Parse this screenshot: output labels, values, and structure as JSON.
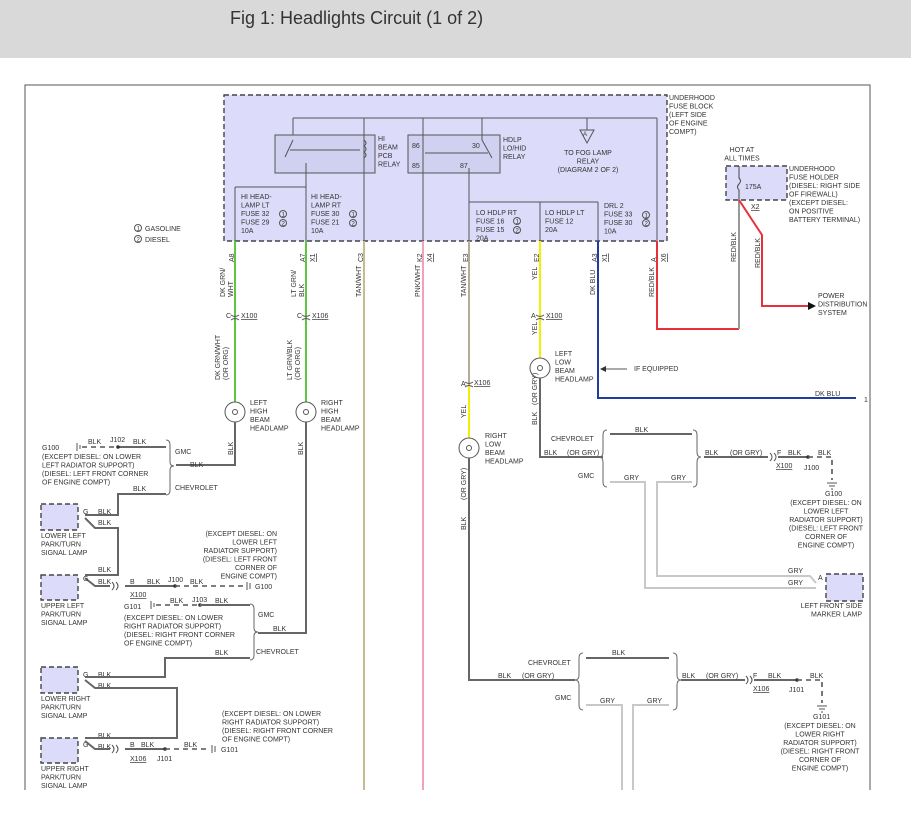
{
  "title": "Fig 1: Headlights Circuit (1 of 2)",
  "colors": {
    "header_bg": "#d9d9d9",
    "fuse_block_fill": "#dcdcfa",
    "green": "#5cc83c",
    "yellow": "#f0f000",
    "pink": "#f4a0b8",
    "tan": "#c9bc8c",
    "dk_blue": "#1f3c9e",
    "red": "#e8303a",
    "black_wire": "#666666",
    "gray_wire": "#c0c0c0"
  },
  "fuse_block": {
    "label": [
      "UNDERHOOD",
      "FUSE BLOCK",
      "(LEFT SIDE",
      "OF ENGINE",
      "COMPT)"
    ],
    "hi_beam_relay": [
      "HI",
      "BEAM",
      "PCB",
      "RELAY"
    ],
    "hdlp_relay": [
      "HDLP",
      "LO/HID",
      "RELAY"
    ],
    "pins": {
      "p86": "86",
      "p85": "85",
      "p30": "30",
      "p87": "87"
    },
    "fog_ref": "A",
    "fog_text": [
      "TO FOG LAMP",
      "RELAY",
      "(DIAGRAM 2 OF 2)"
    ],
    "fuse_hi_lt": [
      "HI HEAD-",
      "LAMP LT",
      "FUSE 32",
      "FUSE 29",
      "10A"
    ],
    "fuse_hi_rt": [
      "HI HEAD-",
      "LAMP RT",
      "FUSE 30",
      "FUSE 21",
      "10A"
    ],
    "fuse_lo_rt": [
      "LO HDLP RT",
      "FUSE 16",
      "FUSE 15",
      "20A"
    ],
    "fuse_lo_lt": [
      "LO HDLP LT",
      "FUSE 12",
      "20A"
    ],
    "fuse_drl": [
      "DRL 2",
      "FUSE 33",
      "FUSE 30",
      "10A"
    ],
    "circle1": "1",
    "circle2": "2"
  },
  "legend": {
    "one": "1",
    "one_label": "GASOLINE",
    "two": "2",
    "two_label": "DIESEL"
  },
  "fuse_holder": {
    "hot": [
      "HOT AT",
      "ALL TIMES"
    ],
    "rating": "175A",
    "connector": "X2",
    "label": [
      "UNDERHOOD",
      "FUSE HOLDER",
      "(DIESEL: RIGHT SIDE",
      "OF FIREWALL)",
      "(EXCEPT DIESEL:",
      "ON POSITIVE",
      "BATTERY TERMINAL)"
    ],
    "wire1": "RED/BLK",
    "wire2": "RED/BLK",
    "dest": [
      "POWER",
      "DISTRIBUTION",
      "SYSTEM"
    ]
  },
  "pins": {
    "a8": "A8",
    "a7": "A7",
    "x1a": "X1",
    "c3": "C3",
    "k2": "K2",
    "x4": "X4",
    "e3": "E3",
    "e2": "E2",
    "a3": "A3",
    "x1b": "X1",
    "a": "A",
    "x6": "X6"
  },
  "wires": {
    "w1": [
      "DK GRN/",
      "WHT"
    ],
    "w2": [
      "LT GRN/",
      "BLK"
    ],
    "w3": "TAN/WHT",
    "w4": "PNK/WHT",
    "w5": "TAN/WHT",
    "w6": "YEL",
    "w7": "DK BLU",
    "w8": "RED/BLK",
    "w1b": [
      "DK GRN/WHT",
      "(OR ORG)"
    ],
    "w2b": [
      "LT GRN/BLK",
      "(OR ORG)"
    ],
    "yel_low_l": "YEL",
    "yel_low_r": "YEL",
    "blk": "BLK",
    "or_gry": "(OR GRY)",
    "gry": "GRY",
    "dk_blu": "DK BLU",
    "dk_blu_ref": "1",
    "if_equipped": "IF EQUIPPED"
  },
  "connectors": {
    "x100": "X100",
    "x106": "X106",
    "c": "C",
    "a": "A",
    "b": "B",
    "f": "F",
    "g": "G",
    "j100": "J100",
    "j101": "J101",
    "j102": "J102",
    "j103": "J103"
  },
  "lamps": {
    "left_high": [
      "LEFT",
      "HIGH",
      "BEAM",
      "HEADLAMP"
    ],
    "right_high": [
      "RIGHT",
      "HIGH",
      "BEAM",
      "HEADLAMP"
    ],
    "left_low": [
      "LEFT",
      "LOW",
      "BEAM",
      "HEADLAMP"
    ],
    "right_low": [
      "RIGHT",
      "LOW",
      "BEAM",
      "HEADLAMP"
    ],
    "lower_left_park": [
      "LOWER LEFT",
      "PARK/TURN",
      "SIGNAL LAMP"
    ],
    "upper_left_park": [
      "UPPER LEFT",
      "PARK/TURN",
      "SIGNAL LAMP"
    ],
    "lower_right_park": [
      "LOWER RIGHT",
      "PARK/TURN",
      "SIGNAL LAMP"
    ],
    "upper_right_park": [
      "UPPER RIGHT",
      "PARK/TURN",
      "SIGNAL LAMP"
    ],
    "side_marker": [
      "LEFT FRONT SIDE",
      "MARKER LAMP"
    ]
  },
  "brands": {
    "gmc": "GMC",
    "chevrolet": "CHEVROLET"
  },
  "grounds": {
    "g100": "G100",
    "g101": "G101",
    "g100_desc_a": [
      "(EXCEPT DIESEL: ON LOWER",
      "LEFT RADIATOR SUPPORT)",
      "(DIESEL: LEFT FRONT CORNER",
      "OF ENGINE COMPT)"
    ],
    "g100_desc_b": [
      "(EXCEPT DIESEL: ON",
      "LOWER LEFT",
      "RADIATOR SUPPORT)",
      "(DIESEL: LEFT FRONT",
      "CORNER OF",
      "ENGINE COMPT)"
    ],
    "g101_desc_a": [
      "(EXCEPT DIESEL: ON LOWER",
      "RIGHT RADIATOR SUPPORT)",
      "(DIESEL: RIGHT FRONT CORNER",
      "OF ENGINE COMPT)"
    ],
    "g101_desc_b": [
      "(EXCEPT DIESEL: ON LOWER",
      "RIGHT RADIATOR SUPPORT)",
      "(DIESEL: RIGHT FRONT CORNER",
      "OF ENGINE COMPT)"
    ],
    "g100_desc_c": [
      "(EXCEPT DIESEL: ON",
      "LOWER LEFT",
      "RADIATOR SUPPORT)",
      "(DIESEL: LEFT FRONT",
      "CORNER OF",
      "ENGINE COMPT)"
    ],
    "g101_desc_c": [
      "(EXCEPT DIESEL: ON",
      "LOWER RIGHT",
      "RADIATOR SUPPORT)",
      "(DIESEL: RIGHT FRONT",
      "CORNER OF",
      "ENGINE COMPT)"
    ]
  }
}
